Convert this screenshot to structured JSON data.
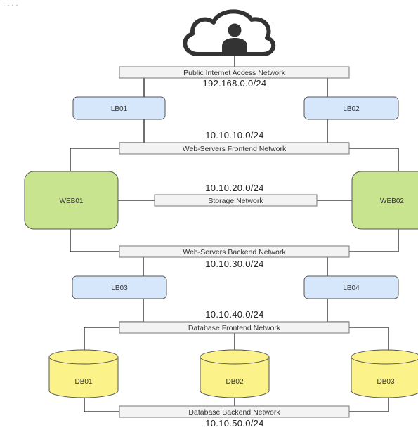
{
  "header_fragment": "· · · ·",
  "client_icon": "cloud-user-icon",
  "colors": {
    "loadbalancer_fill": "#d6e6fb",
    "webserver_fill": "#c9e48e",
    "database_fill": "#fbf38a",
    "network_bar_fill": "#f3f3f3",
    "line": "#222222"
  },
  "networks": {
    "public": {
      "label": "Public Internet Access Network",
      "cidr": "192.168.0.0/24"
    },
    "web_frontend": {
      "label": "Web-Servers Frontend Network",
      "cidr": "10.10.10.0/24"
    },
    "storage": {
      "label": "Storage Network",
      "cidr": "10.10.20.0/24"
    },
    "web_backend": {
      "label": "Web-Servers Backend Network",
      "cidr": "10.10.30.0/24"
    },
    "db_frontend": {
      "label": "Database Frontend Network",
      "cidr": "10.10.40.0/24"
    },
    "db_backend": {
      "label": "Database Backend Network",
      "cidr": "10.10.50.0/24"
    }
  },
  "nodes": {
    "lb01": "LB01",
    "lb02": "LB02",
    "lb03": "LB03",
    "lb04": "LB04",
    "web01": "WEB01",
    "web02": "WEB02",
    "db01": "DB01",
    "db02": "DB02",
    "db03": "DB03"
  }
}
